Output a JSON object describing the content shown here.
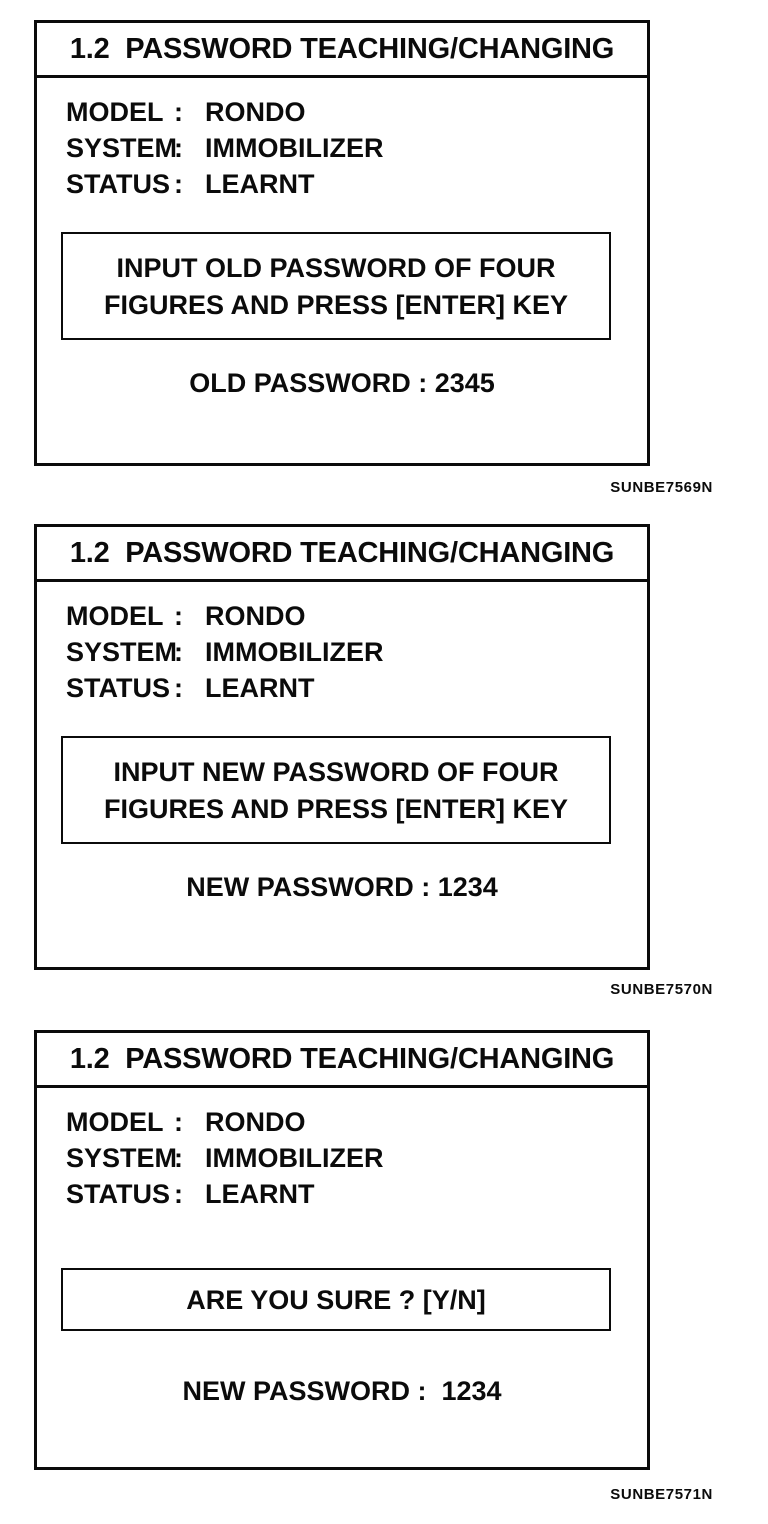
{
  "colors": {
    "ink": "#0b0b0b",
    "paper": "#ffffff"
  },
  "panels": [
    {
      "title": "1.2  PASSWORD TEACHING/CHANGING",
      "info_rows": [
        {
          "label": "MODEL",
          "colon": ":",
          "value": "RONDO"
        },
        {
          "label": "SYSTEM",
          "colon": ":",
          "value": "IMMOBILIZER"
        },
        {
          "label": "STATUS",
          "colon": ":",
          "value": "LEARNT"
        }
      ],
      "message_lines": [
        "INPUT OLD PASSWORD OF FOUR",
        "FIGURES AND PRESS [ENTER] KEY"
      ],
      "password_line": "OLD PASSWORD : 2345",
      "caption": "SUNBE7569N"
    },
    {
      "title": "1.2  PASSWORD TEACHING/CHANGING",
      "info_rows": [
        {
          "label": "MODEL",
          "colon": ":",
          "value": "RONDO"
        },
        {
          "label": "SYSTEM",
          "colon": ":",
          "value": "IMMOBILIZER"
        },
        {
          "label": "STATUS",
          "colon": ":",
          "value": "LEARNT"
        }
      ],
      "message_lines": [
        "INPUT NEW PASSWORD OF FOUR",
        "FIGURES AND PRESS [ENTER] KEY"
      ],
      "password_line": "NEW PASSWORD : 1234",
      "caption": "SUNBE7570N"
    },
    {
      "title": "1.2  PASSWORD TEACHING/CHANGING",
      "info_rows": [
        {
          "label": "MODEL",
          "colon": ":",
          "value": "RONDO"
        },
        {
          "label": "SYSTEM",
          "colon": ":",
          "value": "IMMOBILIZER"
        },
        {
          "label": "STATUS",
          "colon": ":",
          "value": "LEARNT"
        }
      ],
      "message_lines": [
        "ARE YOU SURE ? [Y/N]"
      ],
      "password_line": "NEW PASSWORD :  1234",
      "caption": "SUNBE7571N"
    }
  ]
}
